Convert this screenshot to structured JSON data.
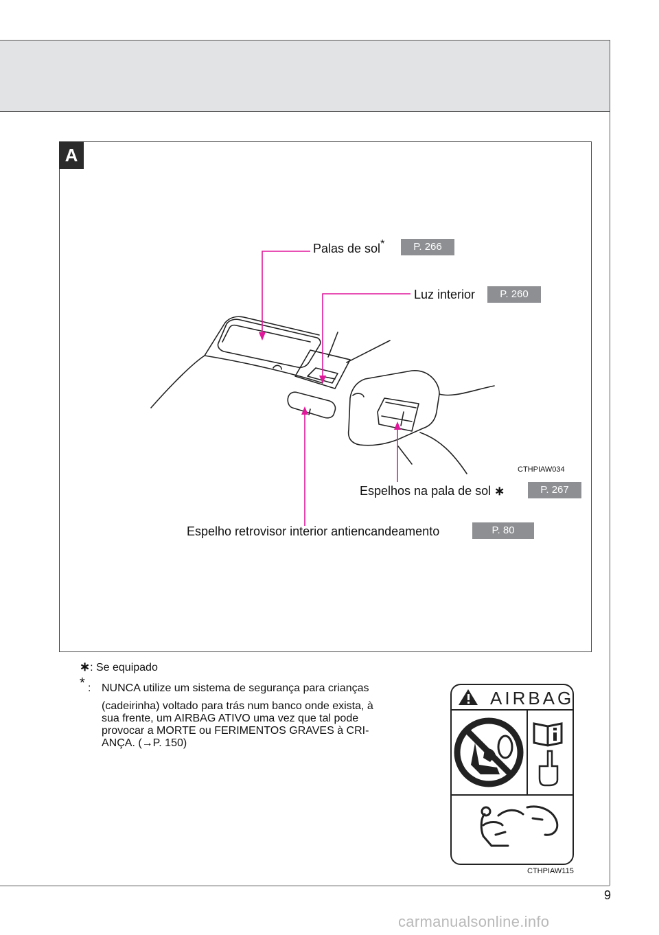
{
  "section": {
    "badge": "A"
  },
  "callouts": {
    "sun_visors": {
      "label": "Palas de sol",
      "mark": "*",
      "ref": "P. 266"
    },
    "interior_light": {
      "label": "Luz interior",
      "ref": "P. 260"
    },
    "vanity_mirrors": {
      "label": "Espelhos na pala de sol",
      "mark": "∗",
      "ref": "P. 267"
    },
    "rear_view_mirror": {
      "label": "Espelho retrovisor interior antiencandeamento",
      "ref": "P. 80"
    }
  },
  "figure_codes": {
    "main": "CTHPIAW034",
    "airbag": "CTHPIAW115"
  },
  "footnotes": {
    "equipped_mark": "∗",
    "equipped_text": ": Se equipado",
    "warning_mark": "*",
    "warning_prefix": ":",
    "warning_line1": "NUNCA utilize um sistema de segurança para crianças",
    "warning_line2": "(cadeirinha) voltado para trás num banco onde exista, à",
    "warning_line3": "sua frente, um AIRBAG ATIVO uma vez que tal pode",
    "warning_line4": "provocar a MORTE ou FERIMENTOS GRAVES à CRI-",
    "warning_line5": "ANÇA. (→P. 150)"
  },
  "airbag_label": {
    "title": "AIRBAG"
  },
  "page": {
    "number": "9"
  },
  "watermark": {
    "text": "carmanualsonline.info"
  },
  "colors": {
    "callout_line": "#e0179a",
    "page_ref_bg": "#8d8f92",
    "header_band": "#e2e3e5"
  }
}
